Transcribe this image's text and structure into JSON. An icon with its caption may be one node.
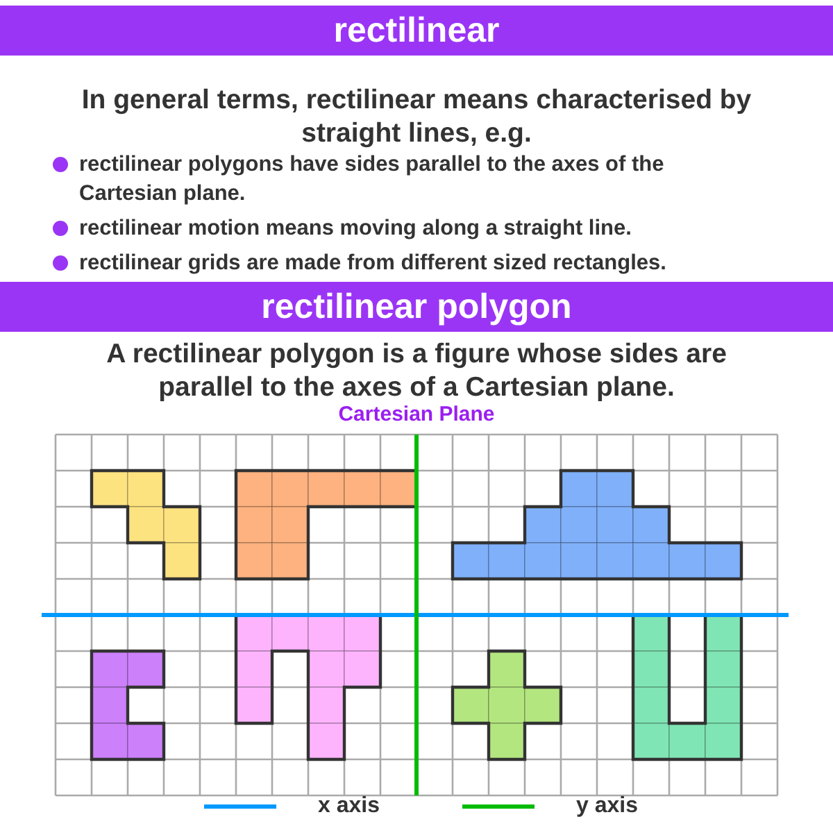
{
  "diagram": {
    "title": "rectilinear",
    "labels": [
      "In general terms, rectilinear means characterised by straight lines, e.g.",
      "rectilinear polygons have sides parallel to the axes of the Cartesian plane.",
      "rectilinear motion means moving along a straight line.",
      "rectilinear grids are made from different sized rectangles.",
      "rectilinear polygon",
      "A rectilinear polygon is a figure whose sides are parallel to the axes of a Cartesian plane.",
      "Cartesian Plane"
    ],
    "legend": [
      {
        "text": "x axis"
      },
      {
        "text": "y axis"
      }
    ]
  }
}
